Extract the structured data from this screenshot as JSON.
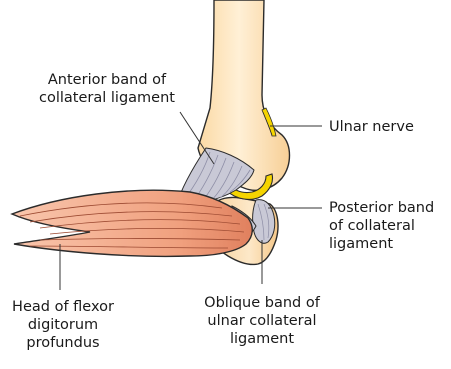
{
  "labels": {
    "anterior_band": [
      "Anterior band of",
      "collateral ligament"
    ],
    "ulnar_nerve": [
      "Ulnar nerve"
    ],
    "posterior_band": [
      "Posterior band",
      "of collateral",
      "ligament"
    ],
    "head_flexor": [
      "Head of flexor",
      "digitorum",
      "profundus"
    ],
    "oblique_band": [
      "Oblique band of",
      "ulnar collateral",
      "ligament"
    ]
  },
  "colors": {
    "bone": "#fde3b6",
    "bone_shade": "#f6c98a",
    "outline": "#2b2b2b",
    "ligament": "#c9c9d6",
    "ligament_line": "#8e8ea6",
    "muscle": "#f0a07e",
    "muscle_dark": "#e07a57",
    "nerve": "#f5d400",
    "leader": "#333333"
  }
}
